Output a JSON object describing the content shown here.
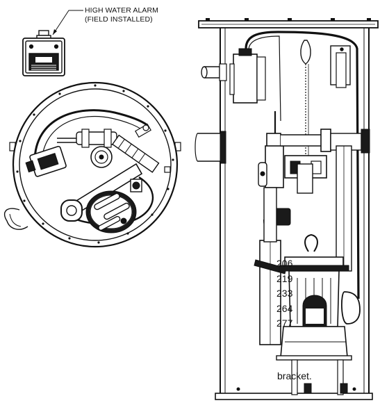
{
  "callout": {
    "line1": "HIGH WATER ALARM",
    "line2": "(FIELD INSTALLED)"
  },
  "numbers": [
    "206",
    "219",
    "233",
    "264",
    "277"
  ],
  "caption_fragment": "bracket.",
  "colors": {
    "ink": "#111111",
    "fill_dark": "#1a1a1a",
    "fill_light": "#ffffff",
    "fill_gray": "#d8d8d8"
  }
}
